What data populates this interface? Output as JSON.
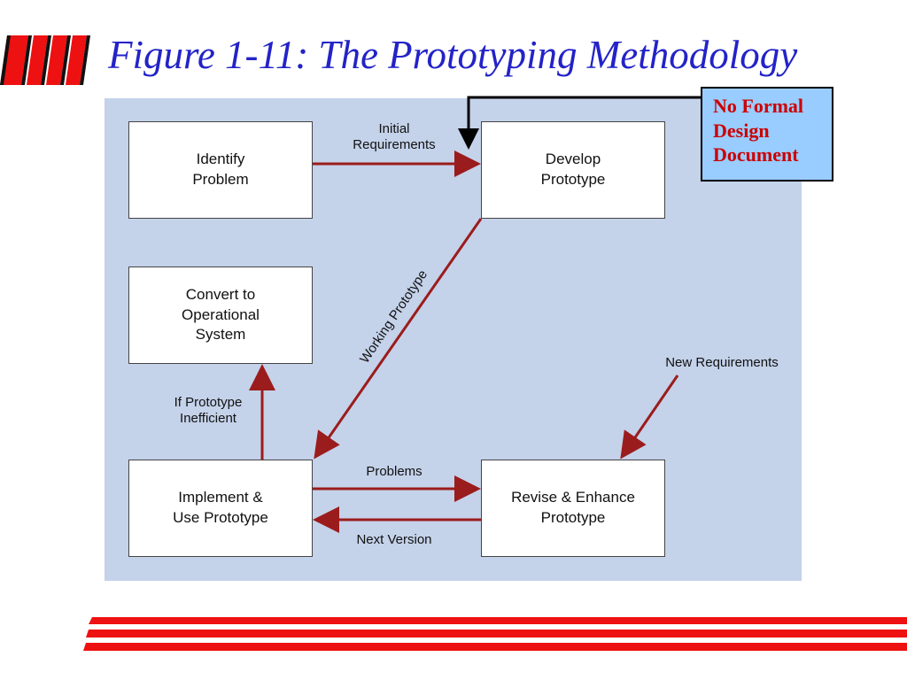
{
  "title": "Figure 1-11:  The Prototyping Methodology",
  "diagram": {
    "boxes": {
      "identify": "Identify\nProblem",
      "develop": "Develop\nPrototype",
      "convert": "Convert to\nOperational\nSystem",
      "implement": "Implement &\nUse Prototype",
      "revise": "Revise & Enhance\nPrototype"
    },
    "labels": {
      "initial_requirements": "Initial\nRequirements",
      "working_prototype": "Working Prototype",
      "if_inefficient": "If Prototype\nInefficient",
      "new_requirements": "New Requirements",
      "problems": "Problems",
      "next_version": "Next Version"
    },
    "note": "No Formal\nDesign\nDocument"
  },
  "colors": {
    "title": "#2323c8",
    "arrow": "#9b1c1c",
    "panel": "#c4d2ea",
    "note_bg": "#99ccff",
    "note_text": "#cc0000",
    "accent": "#ee1111"
  }
}
